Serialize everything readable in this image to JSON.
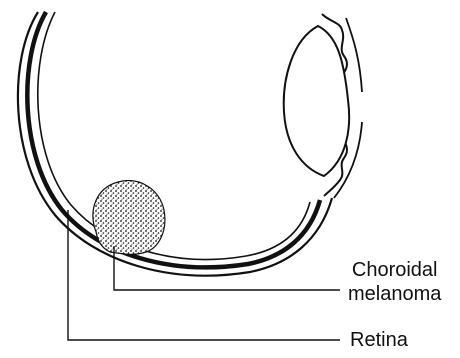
{
  "labels": {
    "tumor_line1": "Choroidal",
    "tumor_line2": "melanoma",
    "retina": "Retina"
  },
  "colors": {
    "ink": "#111111",
    "background": "#ffffff"
  }
}
